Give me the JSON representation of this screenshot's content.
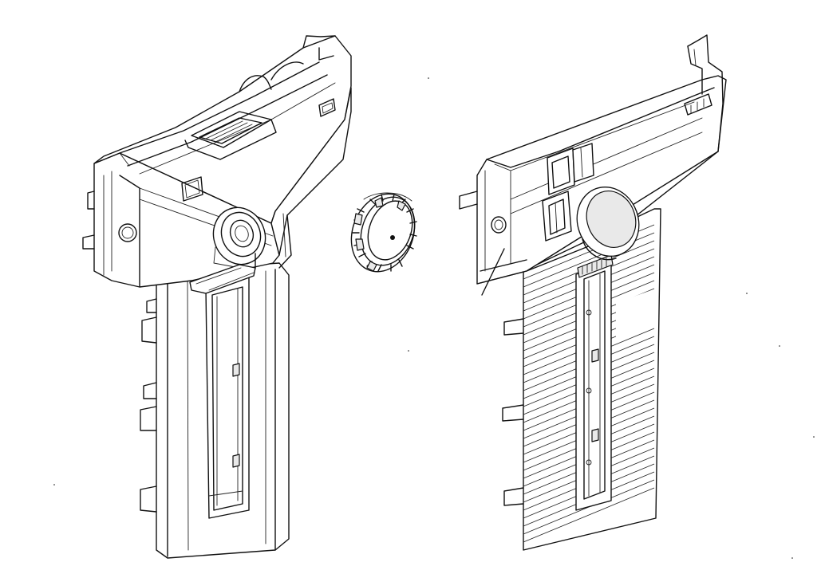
{
  "figure": {
    "stroke_color": "#111111",
    "background": "#ffffff",
    "parts": [
      "assembled-housing-left",
      "knob-dial",
      "rear-panel-right"
    ]
  }
}
